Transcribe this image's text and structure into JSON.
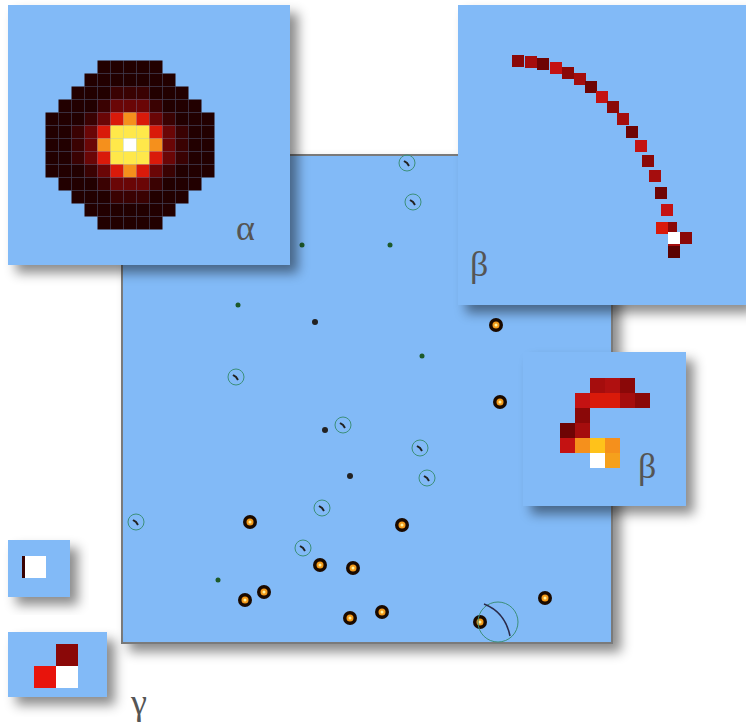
{
  "diagram": {
    "labels": [
      "α",
      "β",
      "β",
      "γ"
    ]
  }
}
